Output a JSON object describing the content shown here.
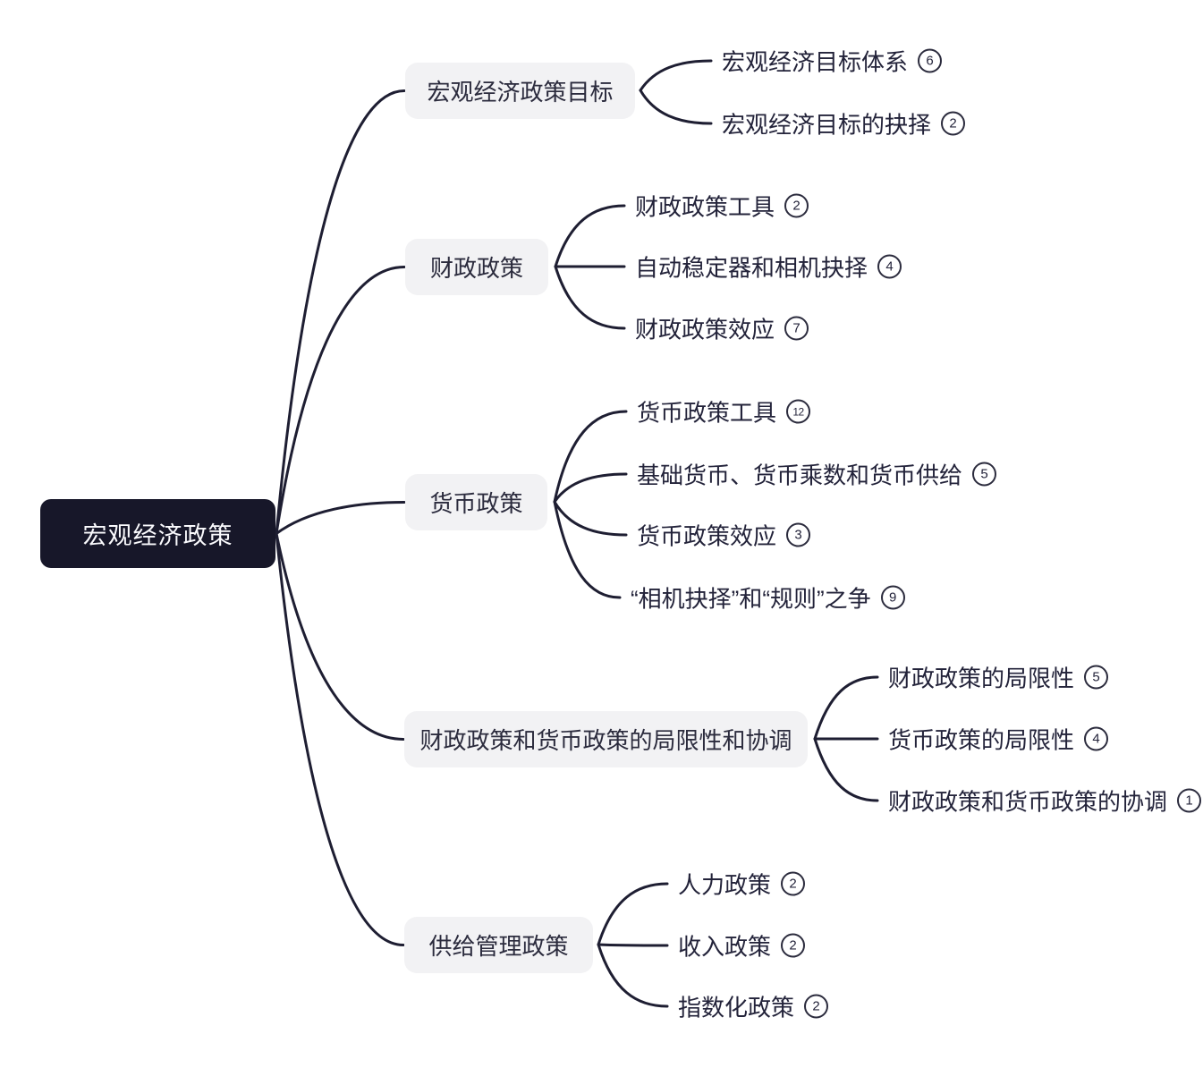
{
  "page": {
    "background": "#ffffff"
  },
  "colors": {
    "line_ink": "#1e1e32",
    "root_background": "#171729",
    "root_text": "#fafafd",
    "branch_background": "#f2f2f4",
    "node_text": "#2b2b3d"
  },
  "mindmap": {
    "root": {
      "label": "宏观经济政策"
    },
    "branches": [
      {
        "label": "宏观经济政策目标",
        "children": [
          {
            "label": "宏观经济目标体系",
            "count": "6"
          },
          {
            "label": "宏观经济目标的抉择",
            "count": "2"
          }
        ]
      },
      {
        "label": "财政政策",
        "children": [
          {
            "label": "财政政策工具",
            "count": "2"
          },
          {
            "label": "自动稳定器和相机抉择",
            "count": "4"
          },
          {
            "label": "财政政策效应",
            "count": "7"
          }
        ]
      },
      {
        "label": "货币政策",
        "children": [
          {
            "label": "货币政策工具",
            "count": "12"
          },
          {
            "label": "基础货币、货币乘数和货币供给",
            "count": "5"
          },
          {
            "label": "货币政策效应",
            "count": "3"
          },
          {
            "label": "“相机抉择”和“规则”之争",
            "count": "9"
          }
        ]
      },
      {
        "label": "财政政策和货币政策的局限性和协调",
        "children": [
          {
            "label": "财政政策的局限性",
            "count": "5"
          },
          {
            "label": "货币政策的局限性",
            "count": "4"
          },
          {
            "label": "财政政策和货币政策的协调",
            "count": "1"
          }
        ]
      },
      {
        "label": "供给管理政策",
        "children": [
          {
            "label": "人力政策",
            "count": "2"
          },
          {
            "label": "收入政策",
            "count": "2"
          },
          {
            "label": "指数化政策",
            "count": "2"
          }
        ]
      }
    ]
  }
}
